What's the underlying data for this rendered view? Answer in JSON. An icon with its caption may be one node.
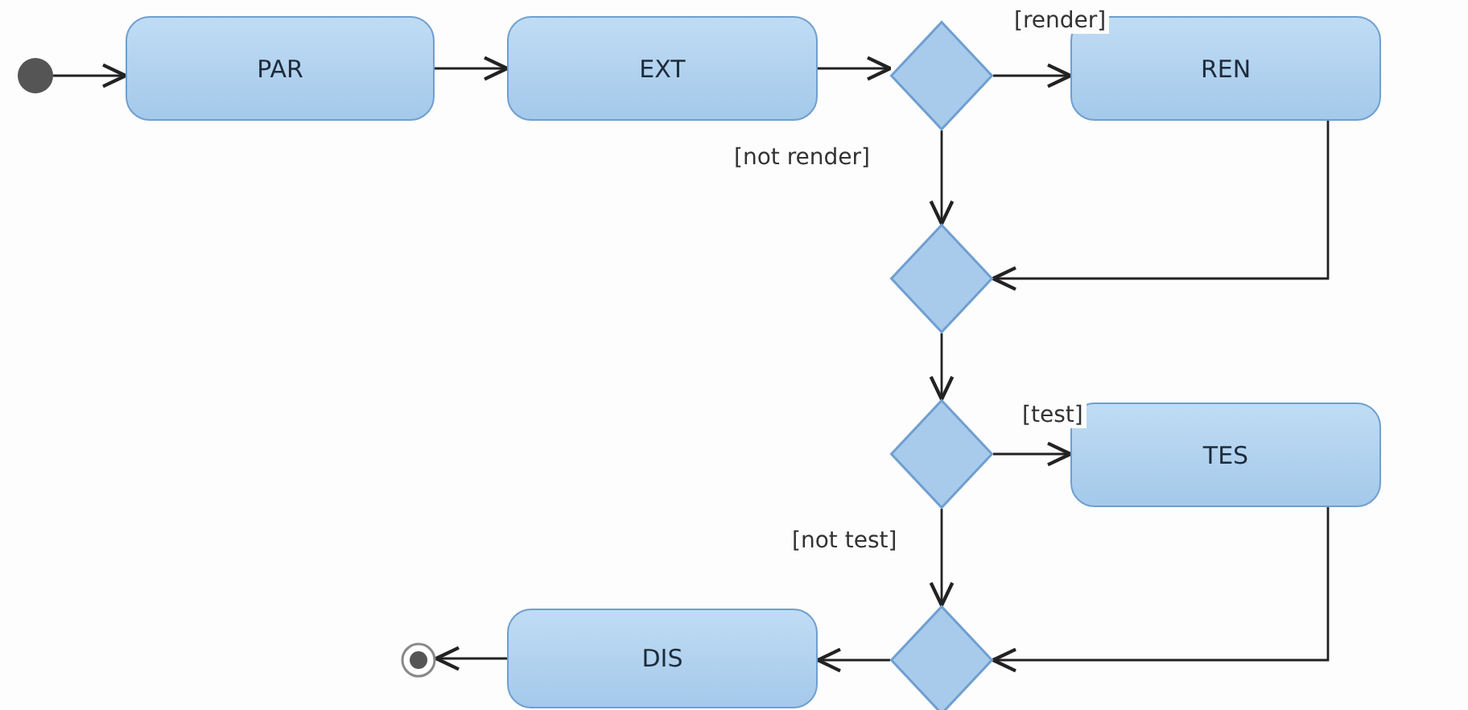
{
  "diagram": {
    "nodes": [
      {
        "text": [],
        "shape": "circle"
      },
      {
        "text": [
          "PAR"
        ]
      },
      {
        "text": [
          "EXT"
        ]
      },
      {
        "text": [],
        "shape": "diamond"
      },
      {
        "text": [
          "REN"
        ]
      },
      {
        "text": [],
        "shape": "diamond"
      },
      {
        "text": [],
        "shape": "diamond"
      },
      {
        "text": [
          "TES"
        ]
      },
      {
        "text": [],
        "shape": "diamond"
      },
      {
        "text": [
          "DIS"
        ]
      },
      {
        "text": [],
        "shape": "circle"
      }
    ],
    "edges": [
      {
        "from": 0,
        "to": 1,
        "arrow": "to"
      },
      {
        "from": 1,
        "to": 2,
        "arrow": "to"
      },
      {
        "from": 2,
        "to": 3,
        "arrow": "to"
      },
      {
        "from": 3,
        "to": 4,
        "arrow": "to",
        "label": "[render]"
      },
      {
        "from": 3,
        "to": 5,
        "arrow": "to",
        "label": "[not render]"
      },
      {
        "from": 4,
        "to": 5,
        "arrow": "to"
      },
      {
        "from": 5,
        "to": 6,
        "arrow": "to"
      },
      {
        "from": 6,
        "to": 7,
        "arrow": "to",
        "label": "[test]"
      },
      {
        "from": 6,
        "to": 8,
        "arrow": "to",
        "label": "[not test]"
      },
      {
        "from": 7,
        "to": 8,
        "arrow": "to"
      },
      {
        "from": 8,
        "to": 9,
        "arrow": "to"
      },
      {
        "from": 9,
        "to": 10,
        "arrow": "to"
      }
    ]
  }
}
